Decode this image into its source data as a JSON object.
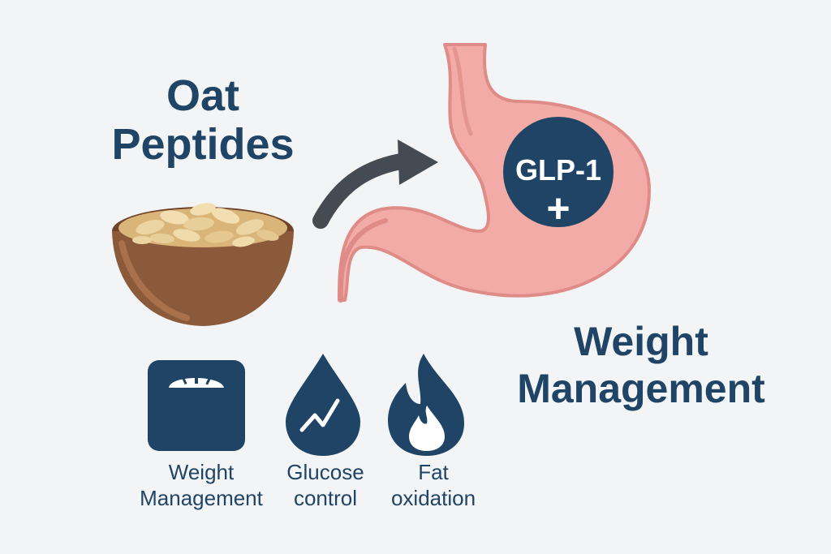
{
  "title": {
    "line1": "Oat",
    "line2": "Peptides"
  },
  "hormone": {
    "label": "GLP-1",
    "sign": "+"
  },
  "outcome": {
    "line1": "Weight",
    "line2": "Management"
  },
  "benefits": [
    {
      "line1": "Weight",
      "line2": "Management",
      "icon": "scale-icon"
    },
    {
      "line1": "Glucose",
      "line2": "control",
      "icon": "blood-drop-icon"
    },
    {
      "line1": "Fat",
      "line2": "oxidation",
      "icon": "flame-icon"
    }
  ],
  "colors": {
    "navy": "#1f4466",
    "stomach": "#f2aba6",
    "stomach_outline": "#df8b88",
    "bowl": "#8a5a3b",
    "oats": "#e8cf9a",
    "arrow": "#454b52",
    "background": "#f3f4f6"
  }
}
